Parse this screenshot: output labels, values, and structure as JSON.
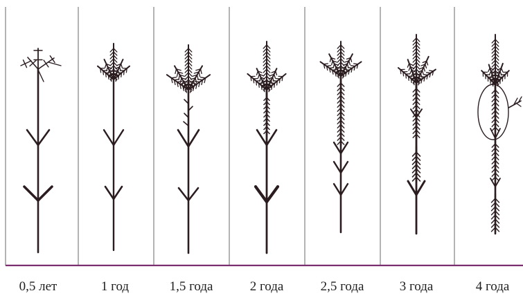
{
  "figure": {
    "stages": [
      {
        "label": "0,5 лет"
      },
      {
        "label": "1 год"
      },
      {
        "label": "1,5 года"
      },
      {
        "label": "2 года"
      },
      {
        "label": "2,5 года"
      },
      {
        "label": "3 года"
      },
      {
        "label": "4 года"
      }
    ]
  },
  "colors": {
    "ink": "#2a1c1f",
    "frame": "#8a8a8a",
    "base_line": "#7a2e6e",
    "background": "#ffffff"
  }
}
